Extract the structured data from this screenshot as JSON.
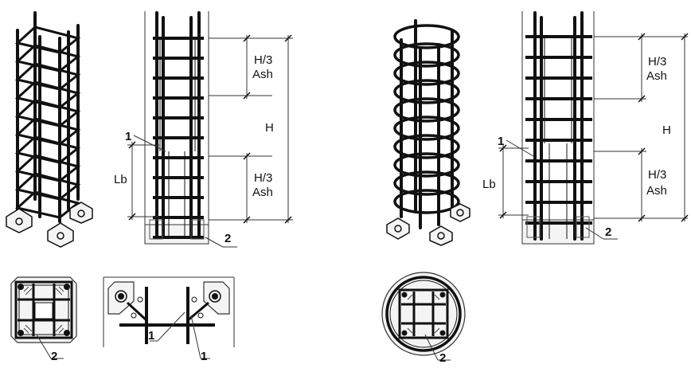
{
  "colors": {
    "ink": "#111111",
    "thin": "#333333",
    "fill": "#f4f4f4"
  },
  "square_column": {
    "elevation": {
      "dim_top_line1": "H/3",
      "dim_top_line2": "Ash",
      "dim_total": "H",
      "dim_bottom_line1": "H/3",
      "dim_bottom_line2": "Ash",
      "dim_lap": "Lb",
      "callout_bar": "1",
      "callout_base": "2"
    },
    "plan_small": {
      "callout": "2"
    },
    "plan_detail": {
      "callout_center": "1",
      "callout_right": "1"
    }
  },
  "round_column": {
    "elevation": {
      "dim_top_line1": "H/3",
      "dim_top_line2": "Ash",
      "dim_total": "H",
      "dim_bottom_line1": "H/3",
      "dim_bottom_line2": "Ash",
      "dim_lap": "Lb",
      "callout_bar": "1",
      "callout_base": "2"
    },
    "plan": {
      "callout": "2"
    }
  }
}
